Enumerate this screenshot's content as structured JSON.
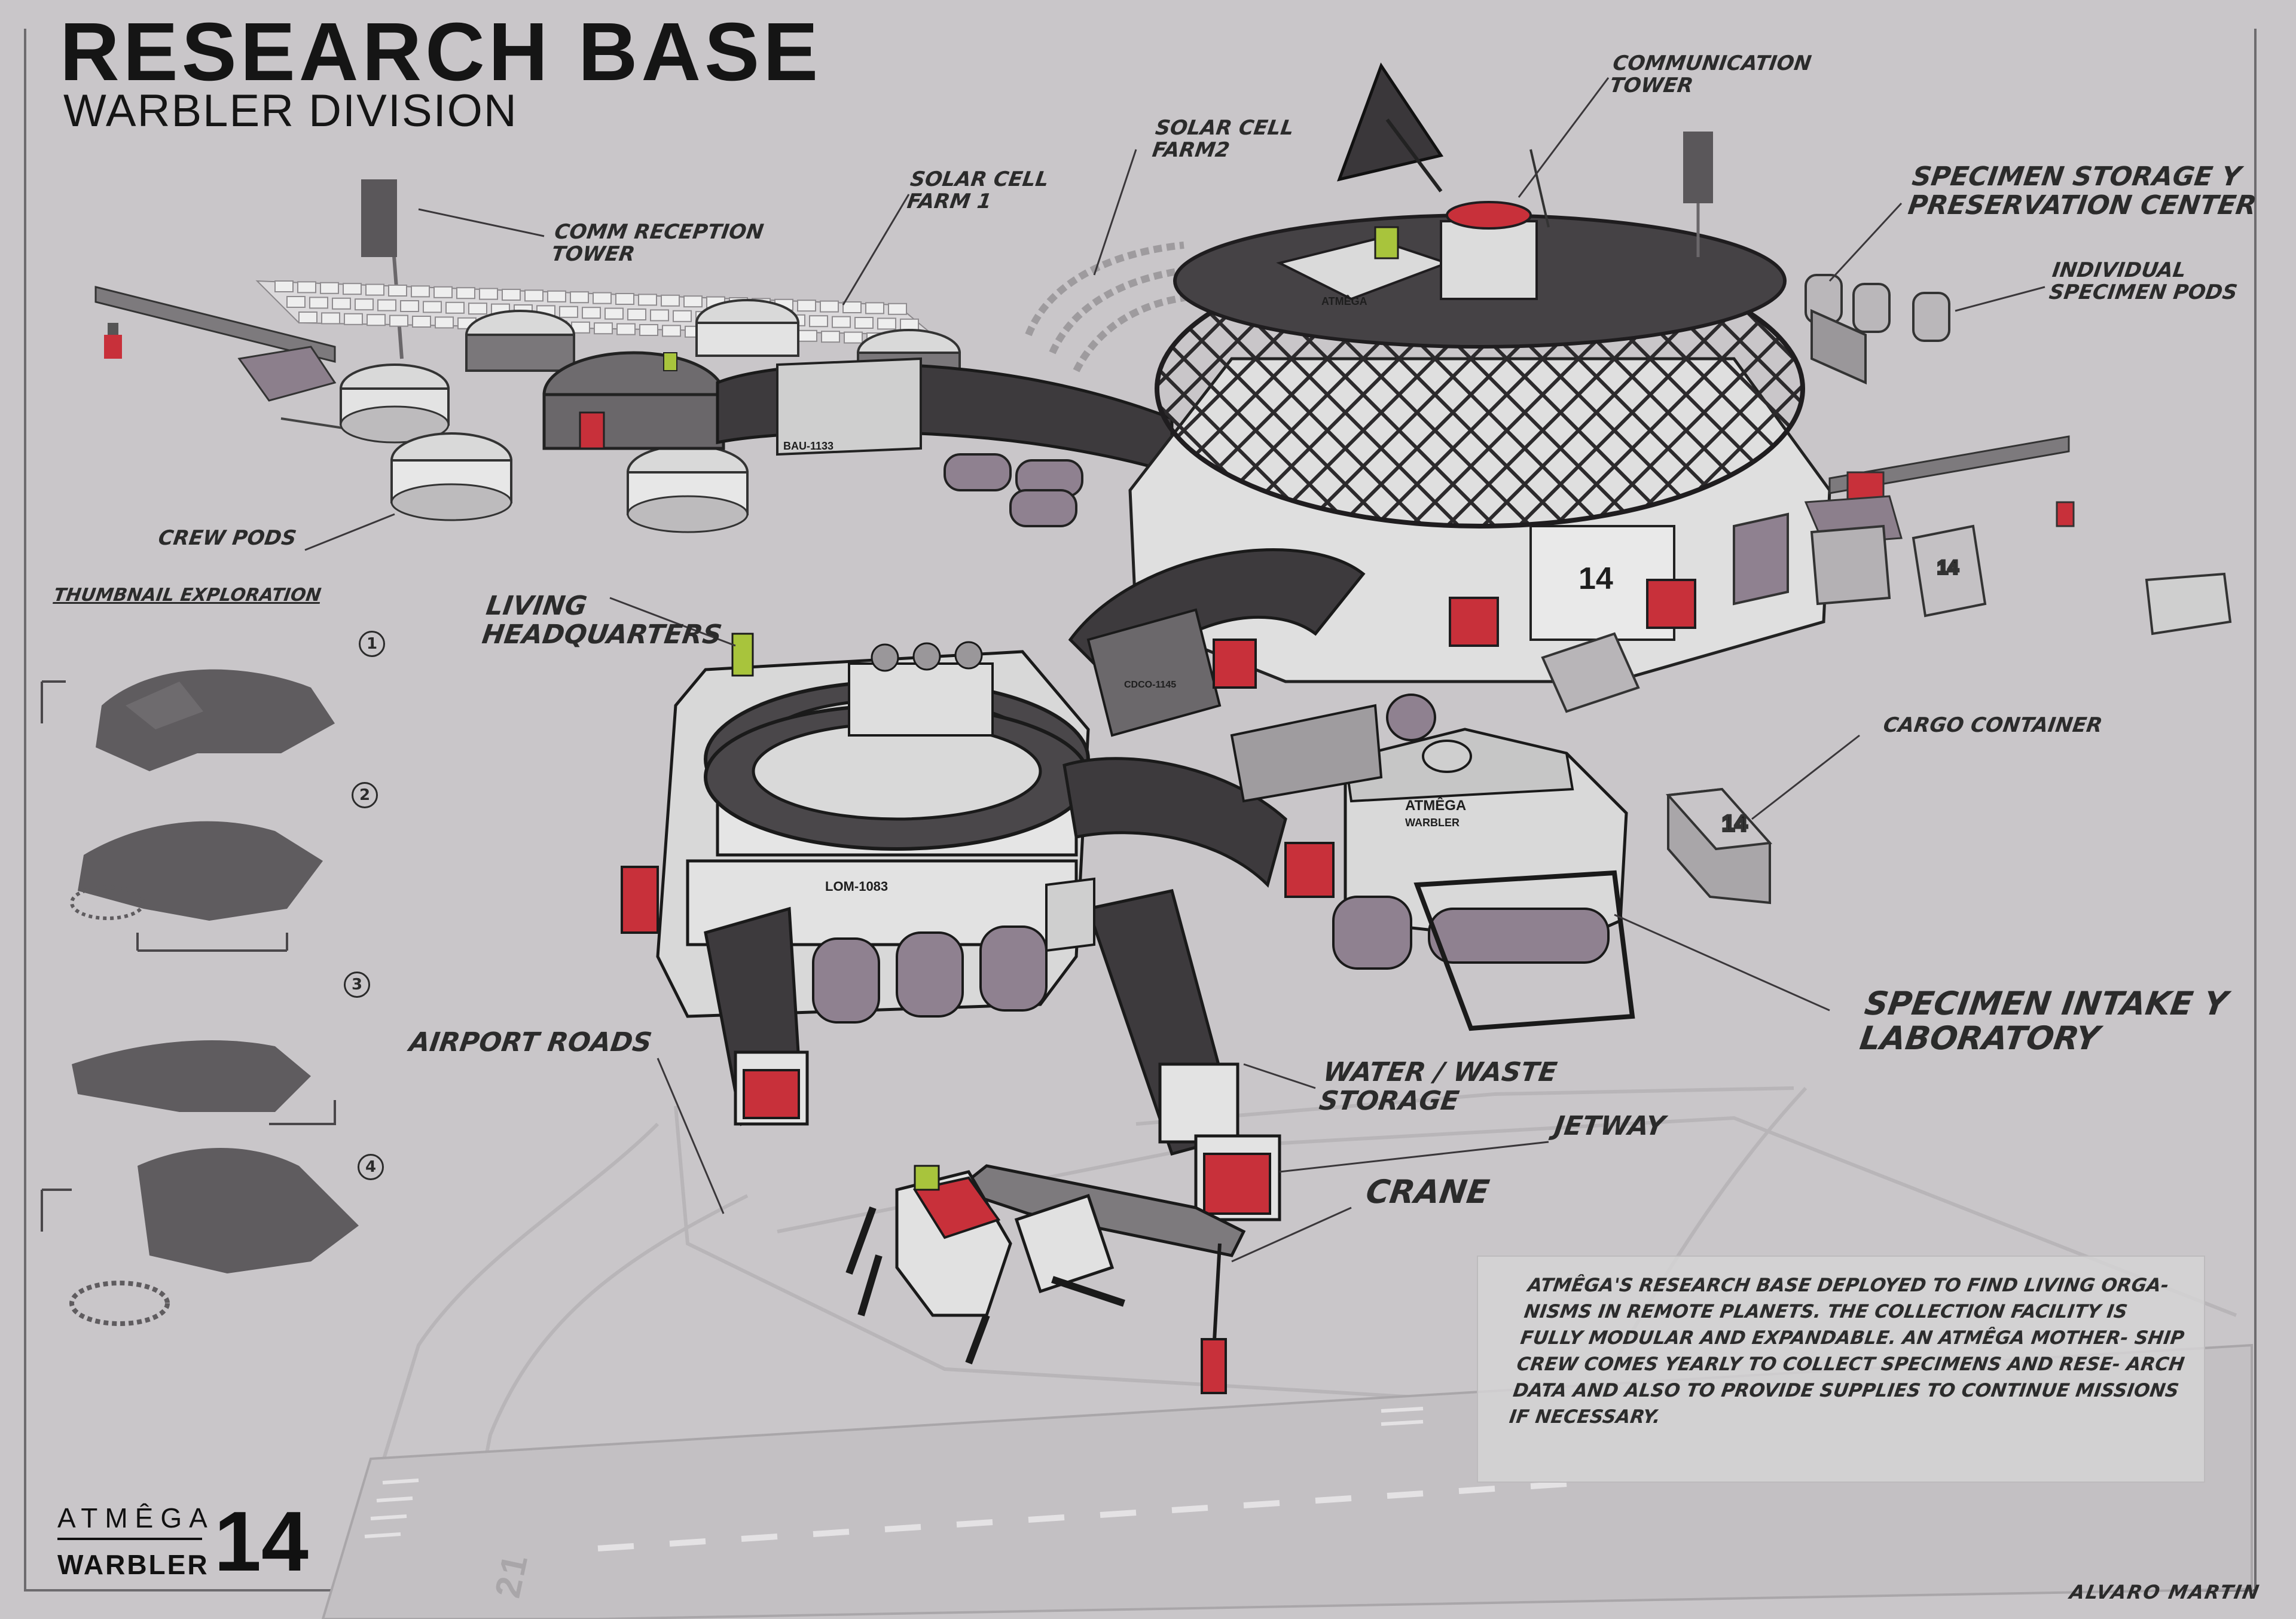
{
  "header": {
    "title": "RESEARCH BASE",
    "subtitle": "WARBLER DIVISION"
  },
  "labels": {
    "comm_reception_tower": "COMM RECEPTION\nTOWER",
    "solar_cell_farm_1": "SOLAR CELL\nFARM 1",
    "solar_cell_farm_2": "SOLAR CELL\nFARM2",
    "communication_tower": "COMMUNICATION\nTOWER",
    "specimen_storage": "SPECIMEN STORAGE Y\nPRESERVATION CENTER",
    "individual_specimen_pods": "INDIVIDUAL\nSPECIMEN PODS",
    "crew_pods": "CREW PODS",
    "thumbnail_exploration": "THUMBNAIL EXPLORATION",
    "living_headquarters": "LIVING\nHEADQUARTERS",
    "cargo_container": "CARGO CONTAINER",
    "airport_roads": "AIRPORT ROADS",
    "water_waste_storage": "WATER / WASTE\nSTORAGE",
    "jetway": "JETWAY",
    "crane": "CRANE",
    "specimen_intake_lab": "SPECIMEN INTAKE Y\nLABORATORY"
  },
  "thumbnail_numbers": [
    "1",
    "2",
    "3",
    "4"
  ],
  "building_markings": {
    "dome_number": "14",
    "container_number": "14",
    "container_number_2": "14",
    "module_bau": "BAU-1133",
    "module_lom": "LOM-1083",
    "dome_brand": "ATMÊGA",
    "lab_brand": "ATMÊGA",
    "lab_division": "WARBLER",
    "tube_code": "CDCO-1145"
  },
  "note": {
    "text": "ATMÊGA'S RESEARCH BASE DEPLOYED TO FIND LIVING ORGA- NISMS IN REMOTE PLANETS. THE COLLECTION FACILITY IS FULLY MODULAR AND EXPANDABLE. AN ATMÊGA MOTHER- SHIP CREW COMES YEARLY TO COLLECT SPECIMENS AND RESE- ARCH DATA AND ALSO TO PROVIDE SUPPLIES TO CONTINUE MISSIONS IF NECESSARY."
  },
  "logo": {
    "brand": "ATMÊGA",
    "division": "WARBLER",
    "number": "14"
  },
  "runway_number": "21",
  "signature": "ALVARO MARTIN",
  "colors": {
    "background": "#c9c6c9",
    "accent_red": "#c8303a",
    "accent_green": "#a8c43c",
    "pipe_purple": "#8f8190",
    "tube_dark": "#3d3a3d",
    "module_light": "#dcdcdc",
    "ink": "#1b1b1b"
  }
}
